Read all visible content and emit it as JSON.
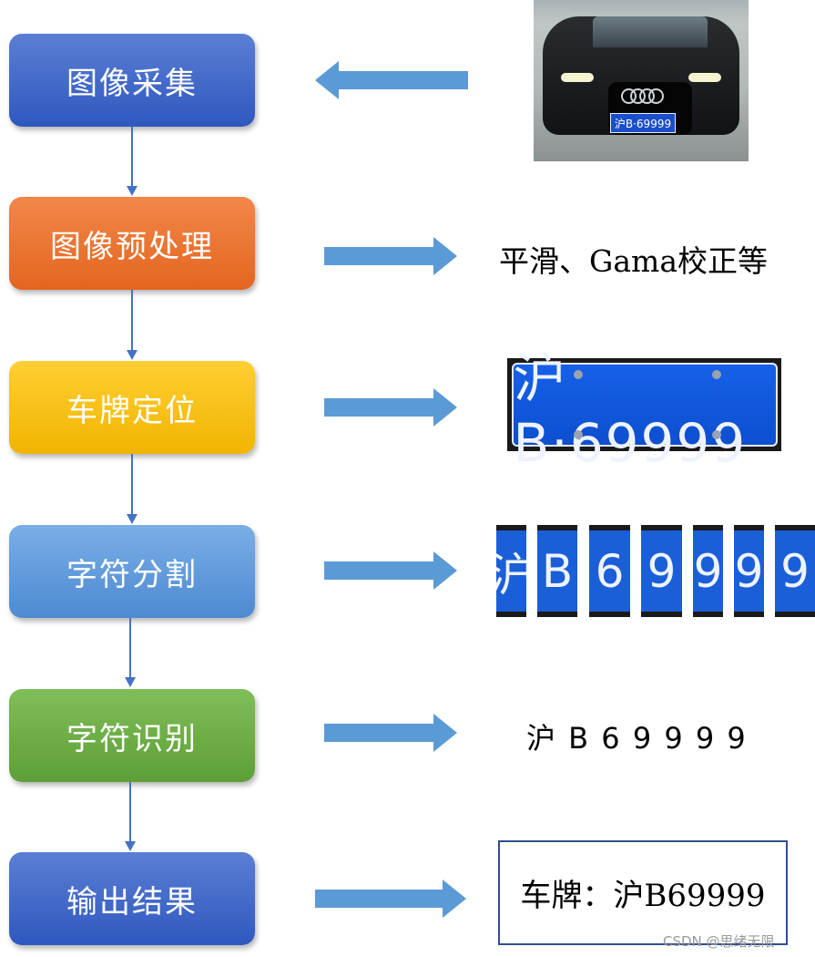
{
  "stages": [
    {
      "label": "图像采集"
    },
    {
      "label": "图像预处理"
    },
    {
      "label": "车牌定位"
    },
    {
      "label": "字符分割"
    },
    {
      "label": "字符识别"
    },
    {
      "label": "输出结果"
    }
  ],
  "outputs": {
    "preprocess_text": "平滑、Gama校正等",
    "car_plate_text": "沪B·69999",
    "located_plate_text": "沪B·69999",
    "segments": [
      "沪",
      "B",
      "6",
      "9",
      "9",
      "9",
      "9"
    ],
    "recognized_text": "沪 B 6 9 9 9 9",
    "result_text": "车牌：沪B69999"
  },
  "watermark": "CSDN @思绪无限",
  "colors": {
    "connector": "#4472c4",
    "block_arrow": "#5b9bd5",
    "plate_blue": "#1660e8"
  }
}
